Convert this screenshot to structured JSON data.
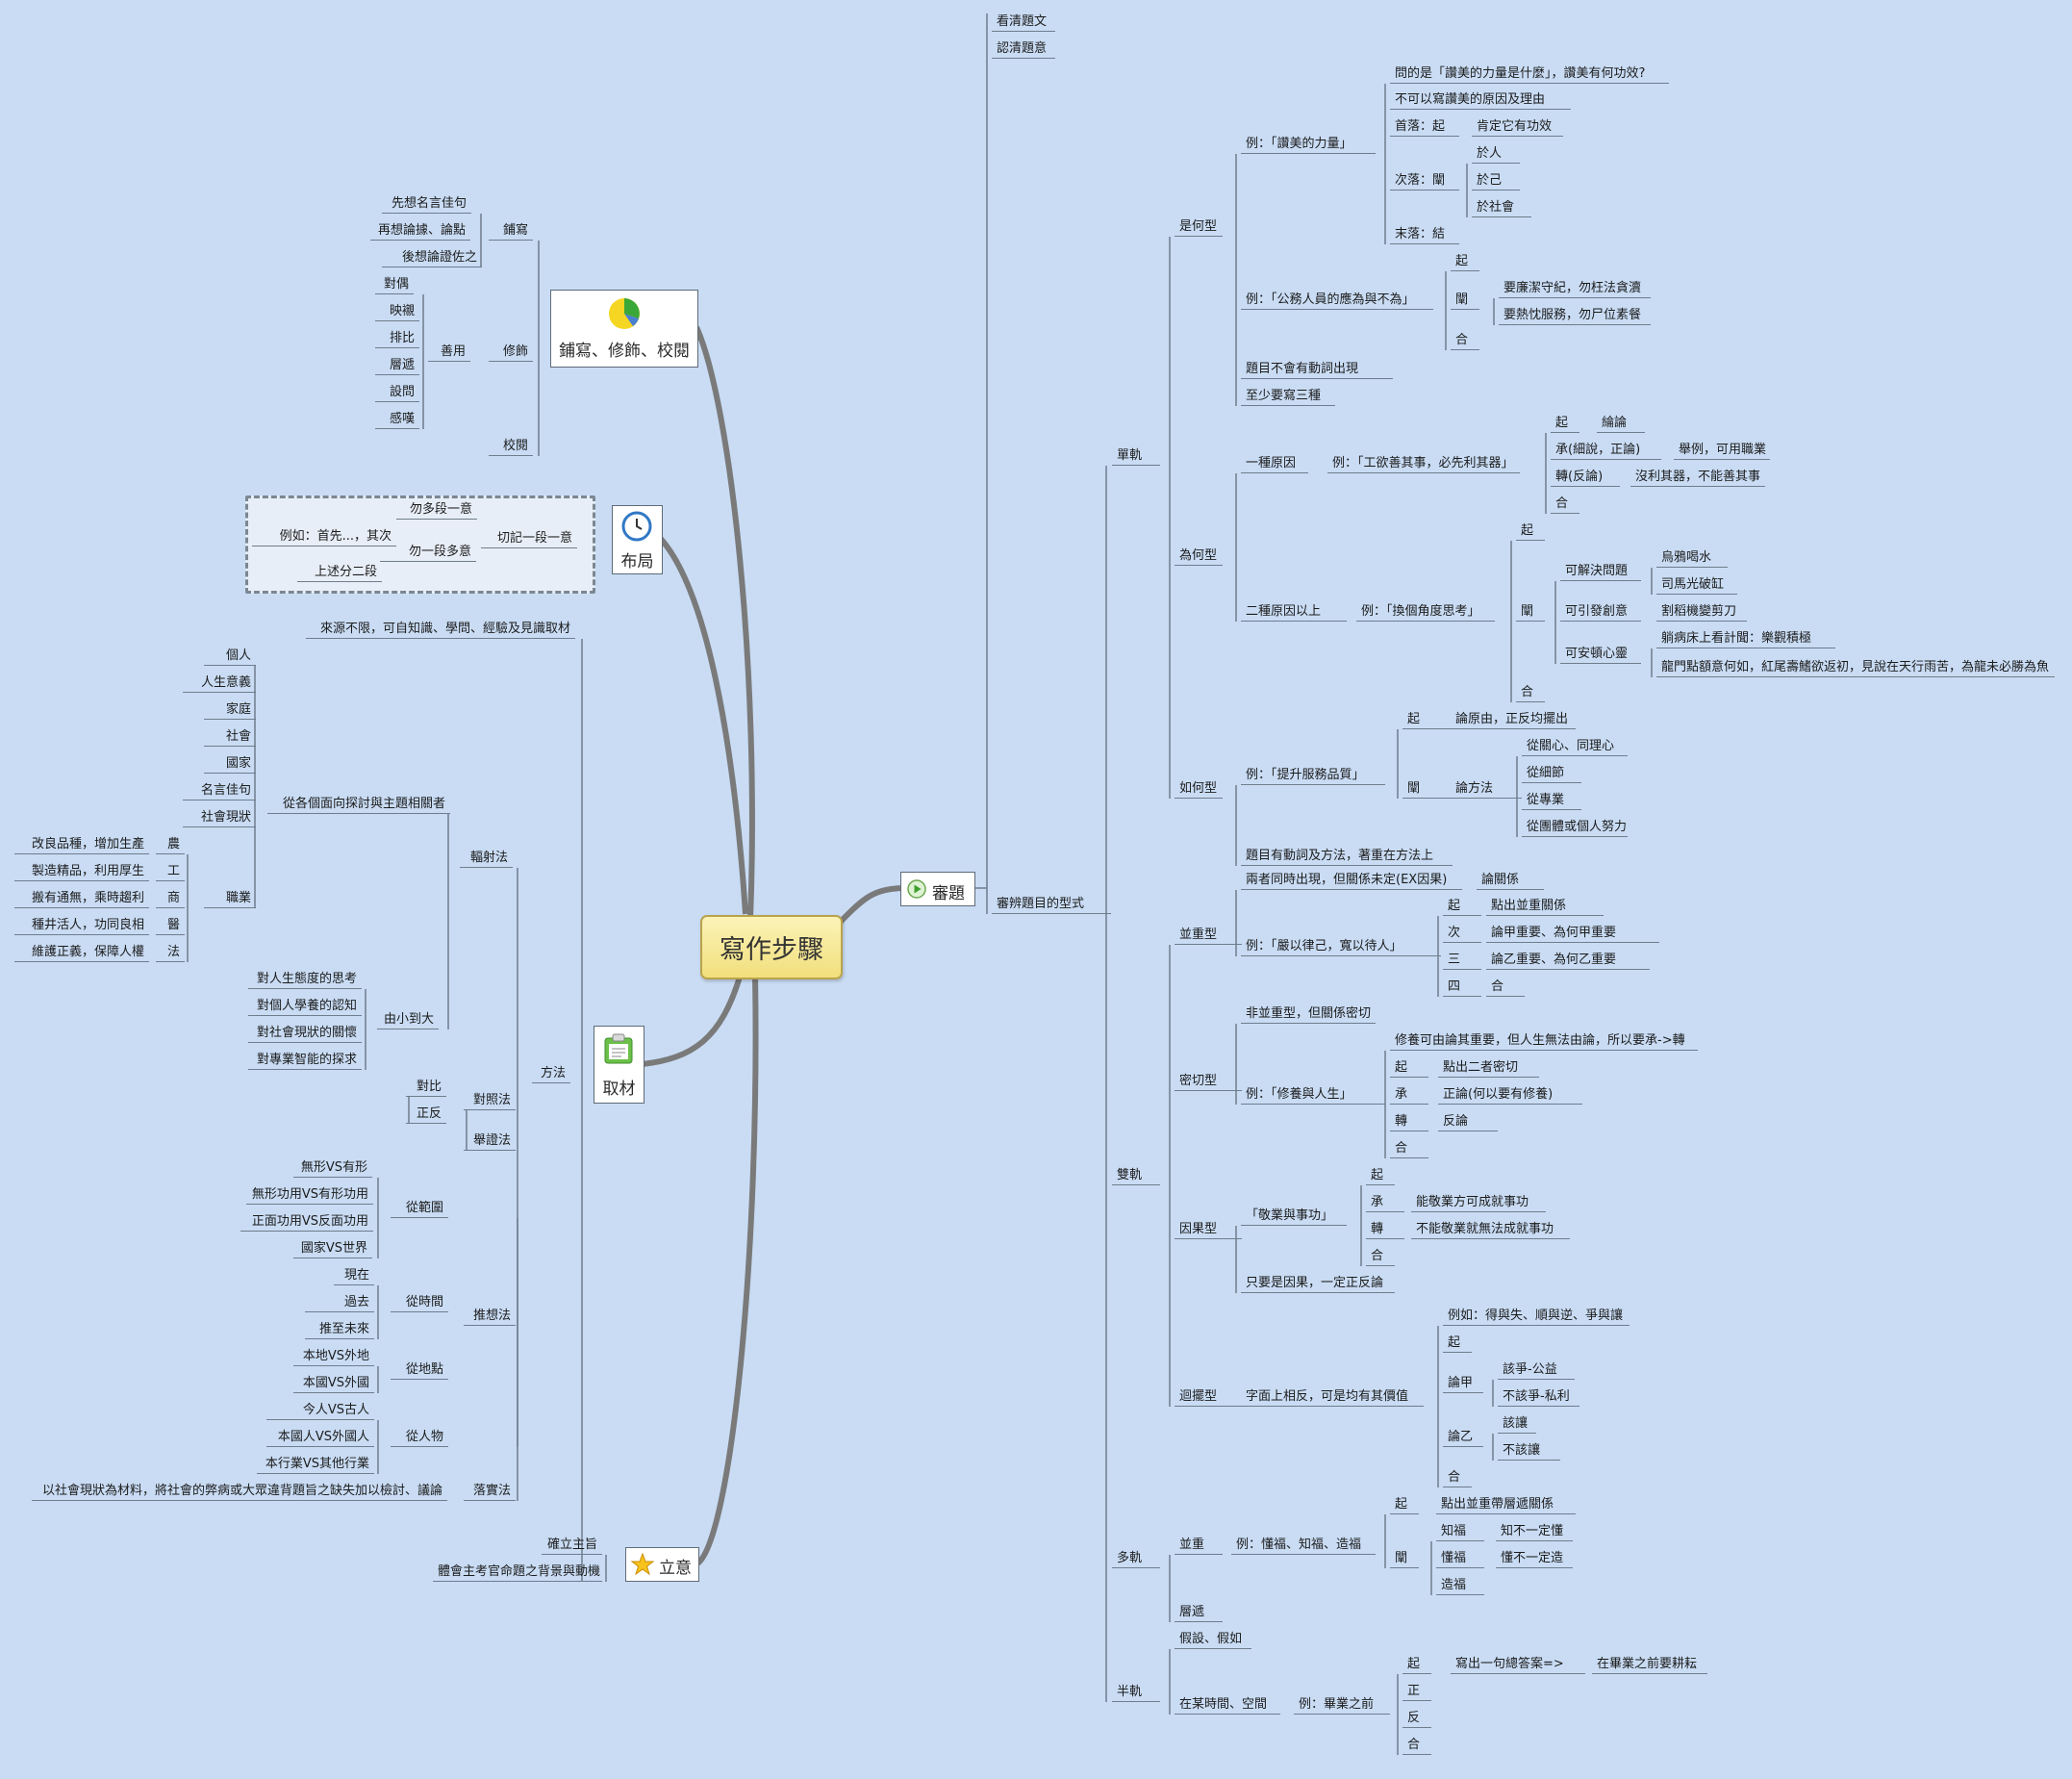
{
  "root": "寫作步驟",
  "topics": {
    "shentí": "審題",
    "pu": "鋪寫、修飾、校閱",
    "buju": "布局",
    "qucai": "取材",
    "liyi": "立意"
  },
  "icons": {
    "shentí": "play-icon",
    "pu": "pie-chart-icon",
    "buju": "clock-icon",
    "qucai": "clipboard-icon",
    "liyi": "star-icon"
  },
  "labels": [
    "看清題文",
    "認清題意",
    "審辨題目的型式",
    "單軌",
    "是何型",
    "例：「讚美的力量」",
    "問的是「讚美的力量是什麼」，讚美有何功效?",
    "不可以寫讚美的原因及理由",
    "首落：起",
    "肯定它有功效",
    "次落：闡",
    "於人",
    "於己",
    "於社會",
    "末落：結",
    "例：「公務人員的應為與不為」",
    "起",
    "闡",
    "要廉潔守紀，勿枉法貪瀆",
    "要熱忱服務，勿尸位素餐",
    "合",
    "題目不會有動詞出現",
    "至少要寫三種",
    "為何型",
    "一種原因",
    "例：「工欲善其事，必先利其器」",
    "起",
    "綸論",
    "承(細說，正論)",
    "舉例，可用職業",
    "轉(反論)",
    "沒利其器，不能善其事",
    "合",
    "二種原因以上",
    "例：「換個角度思考」",
    "起",
    "闡",
    "可解決問題",
    "烏鴉喝水",
    "司馬光破缸",
    "可引發創意",
    "割稻機變剪刀",
    "可安頓心靈",
    "躺病床上看計聞：樂觀積極",
    "龍門點額意何如，紅尾壽鰭欲返初，見說在天行雨苦，為龍未必勝為魚",
    "合",
    "如何型",
    "例：「提升服務品質」",
    "起",
    "論原由，正反均擺出",
    "闡",
    "論方法",
    "從關心、同理心",
    "從細節",
    "從專業",
    "從團體或個人努力",
    "題目有動詞及方法，著重在方法上",
    "雙軌",
    "並重型",
    "兩者同時出現，但關係未定(EX因果)",
    "論關係",
    "例：「嚴以律己，寬以待人」",
    "起",
    "點出並重關係",
    "次",
    "論甲重要、為何甲重要",
    "三",
    "論乙重要、為何乙重要",
    "四",
    "合",
    "密切型",
    "非並重型，但關係密切",
    "修養可由論其重要，但人生無法由論，所以要承->轉",
    "例：「修養與人生」",
    "起",
    "點出二者密切",
    "承",
    "正論(何以要有修養)",
    "轉",
    "反論",
    "合",
    "因果型",
    "「敬業與事功」",
    "起",
    "承",
    "能敬業方可成就事功",
    "轉",
    "不能敬業就無法成就事功",
    "合",
    "只要是因果，一定正反論",
    "迴擺型",
    "字面上相反，可是均有其價值",
    "例如：得與失、順與逆、爭與讓",
    "起",
    "論甲",
    "該爭-公益",
    "不該爭-私利",
    "論乙",
    "該讓",
    "不該讓",
    "合",
    "多軌",
    "並重",
    "例：懂福、知福、造福",
    "起",
    "點出並重帶層遞關係",
    "闡",
    "知福",
    "知不一定懂",
    "懂福",
    "懂不一定造",
    "造福",
    "層遞",
    "半軌",
    "假設、假如",
    "在某時間、空間",
    "例：畢業之前",
    "起",
    "寫出一句總答案=>",
    "在畢業之前要耕耘",
    "正",
    "反",
    "合",
    "先想名言佳句",
    "再想論據、論點",
    "後想論證佐之",
    "鋪寫",
    "對偶",
    "映襯",
    "排比",
    "層遞",
    "設問",
    "感嘆",
    "善用",
    "修飾",
    "校閱",
    "勿多段一意",
    "例如：首先...，其次",
    "勿一段多意",
    "上述分二段",
    "切記一段一意",
    "來源不限，可自知識、學問、經驗及見識取材",
    "個人",
    "人生意義",
    "家庭",
    "社會",
    "國家",
    "名言佳句",
    "社會現狀",
    "從各個面向探討與主題相關者",
    "改良品種，增加生產",
    "農",
    "製造精品，利用厚生",
    "工",
    "搬有通無，乘時趨利",
    "商",
    "職業",
    "種井活人，功同良相",
    "醫",
    "維護正義，保障人權",
    "法",
    "輻射法",
    "對人生態度的思考",
    "對個人學養的認知",
    "對社會現狀的關懷",
    "對專業智能的探求",
    "由小到大",
    "對比",
    "正反",
    "對照法",
    "舉證法",
    "方法",
    "無形VS有形",
    "無形功用VS有形功用",
    "正面功用VS反面功用",
    "國家VS世界",
    "從範圍",
    "現在",
    "過去",
    "推至未來",
    "從時間",
    "本地VS外地",
    "本國VS外國",
    "從地點",
    "今人VS古人",
    "本國人VS外國人",
    "本行業VS其他行業",
    "從人物",
    "推想法",
    "以社會現狀為材料，將社會的弊病或大眾違背題旨之缺失加以檢討、議論",
    "落實法",
    "確立主旨",
    "體會主考官命題之背景與動機"
  ]
}
